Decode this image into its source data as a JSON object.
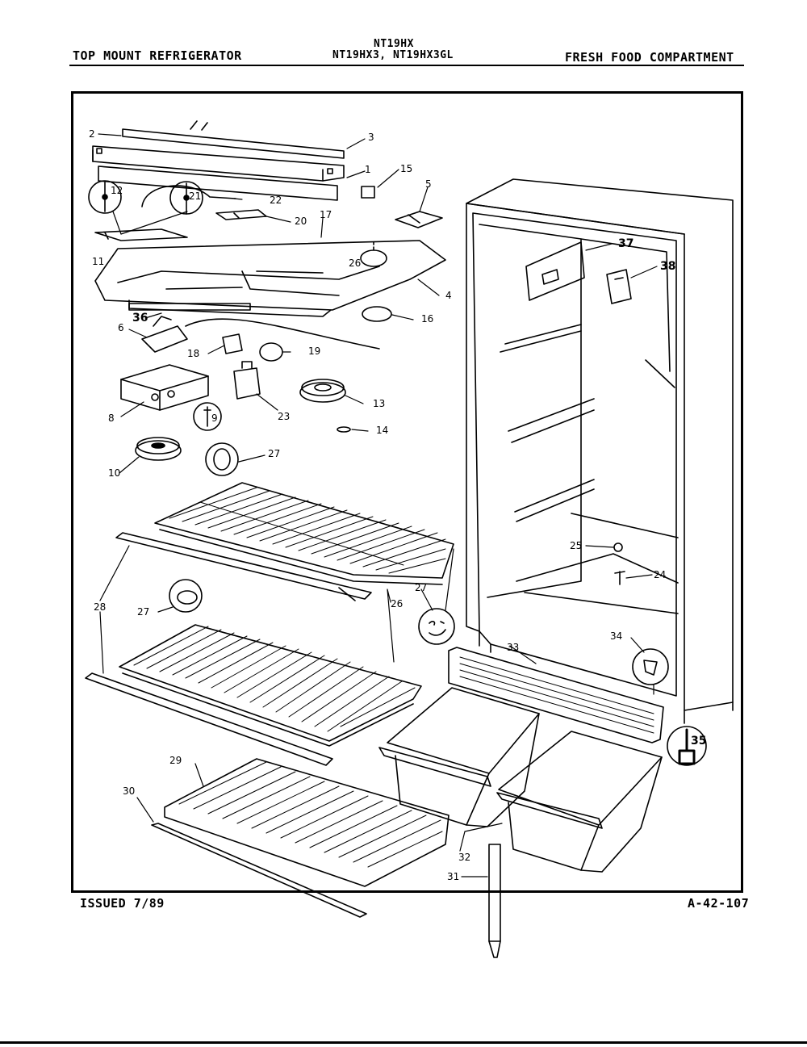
{
  "header": {
    "title_left": "TOP MOUNT REFRIGERATOR",
    "model_line_1": "NT19HX",
    "model_line_2": "NT19HX3, NT19HX3GL",
    "title_right": "FRESH FOOD COMPARTMENT"
  },
  "footer": {
    "issued": "ISSUED 7/89",
    "page_code": "A-42-107"
  },
  "callouts": {
    "c2": "2",
    "c3": "3",
    "c1": "1",
    "c15": "15",
    "c5": "5",
    "c12": "12",
    "c21": "21",
    "c22": "22",
    "c20": "20",
    "c17": "17",
    "c11": "11",
    "c26a": "26",
    "c4": "4",
    "c36": "36",
    "c16": "16",
    "c6": "6",
    "c18": "18",
    "c19": "19",
    "c8": "8",
    "c9": "9",
    "c23": "23",
    "c13": "13",
    "c14": "14",
    "c10": "10",
    "c27a": "27",
    "c28": "28",
    "c27b": "27",
    "c27c": "27",
    "c26b": "26",
    "c29": "29",
    "c30": "30",
    "c32": "32",
    "c31": "31",
    "c37": "37",
    "c38": "38",
    "c25": "25",
    "c24": "24",
    "c34": "34",
    "c33": "33",
    "c35": "35"
  }
}
